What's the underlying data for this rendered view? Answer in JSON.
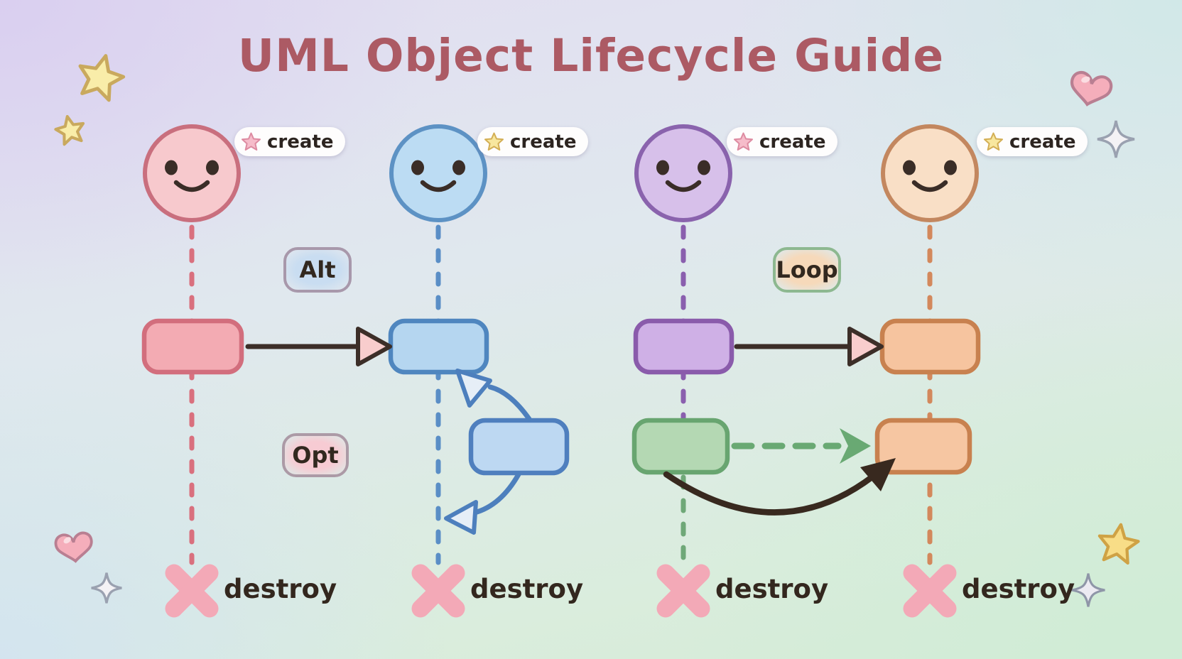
{
  "title": "UML Object Lifecycle Guide",
  "lifelines": [
    {
      "color": "pink",
      "create_label": "create",
      "destroy_label": "destroy",
      "head_fill": "#f7c9cd",
      "head_stroke": "#c96f7e",
      "line_color": "#d9707e",
      "activation_fill": "#f3abb3",
      "star_color": "#f6bcca"
    },
    {
      "color": "blue",
      "create_label": "create",
      "destroy_label": "destroy",
      "head_fill": "#bcdcf3",
      "head_stroke": "#5d92c4",
      "line_color": "#5a8ec6",
      "activation_fill": "#b5d6f0",
      "star_color": "#f8e79e"
    },
    {
      "color": "purple",
      "create_label": "create",
      "destroy_label": "destroy",
      "head_fill": "#d7c0ea",
      "head_stroke": "#8a63ad",
      "line_color": "#8a5fae",
      "activation_fill": "#cfb0e6",
      "star_color": "#f6bcca"
    },
    {
      "color": "peach",
      "create_label": "create",
      "destroy_label": "destroy",
      "head_fill": "#f9dfc6",
      "head_stroke": "#c3875f",
      "line_color": "#d3885c",
      "activation_fill": "#f6c49f",
      "star_color": "#f8e79e"
    }
  ],
  "fragments": [
    {
      "label": "Alt",
      "border_color": "#a898ab",
      "glow_color": "#c9ddf1"
    },
    {
      "label": "Opt",
      "border_color": "#ac9aa6",
      "glow_color": "#f7cbd3"
    },
    {
      "label": "Loop",
      "border_color": "#8db890",
      "glow_color": "#f6d9ba"
    }
  ],
  "messages": [
    {
      "from": 1,
      "to": 2,
      "style": "solid-dark-arrow"
    },
    {
      "from": 3,
      "to": 4,
      "style": "solid-dark-arrow"
    },
    {
      "from": 3,
      "to": 4,
      "style": "green-dashed-arrow"
    },
    {
      "from": 2,
      "to": 2,
      "style": "blue-self-call-loop"
    },
    {
      "from": 3,
      "to": 4,
      "style": "black-curved-return"
    }
  ],
  "palette": {
    "title_color": "#ac5a64",
    "text_dark": "#33271e",
    "arrow_dark": "#3c2e28",
    "green_arrow": "#69a973",
    "green_activation": "#b4d8b3",
    "destroy_x": "#f3a9b7",
    "bg_top_left": "#ddd6ee",
    "bg_top_right": "#d7ebe7",
    "bg_bottom_left": "#dbe9f0",
    "bg_bottom_right": "#d7eeda"
  },
  "decorations": [
    {
      "type": "star",
      "position": "top-left-large"
    },
    {
      "type": "star",
      "position": "top-left-small"
    },
    {
      "type": "heart",
      "position": "top-right"
    },
    {
      "type": "sparkle",
      "position": "top-right"
    },
    {
      "type": "heart",
      "position": "bottom-left"
    },
    {
      "type": "sparkle",
      "position": "bottom-left"
    },
    {
      "type": "star",
      "position": "bottom-right"
    },
    {
      "type": "sparkle",
      "position": "bottom-right"
    }
  ]
}
